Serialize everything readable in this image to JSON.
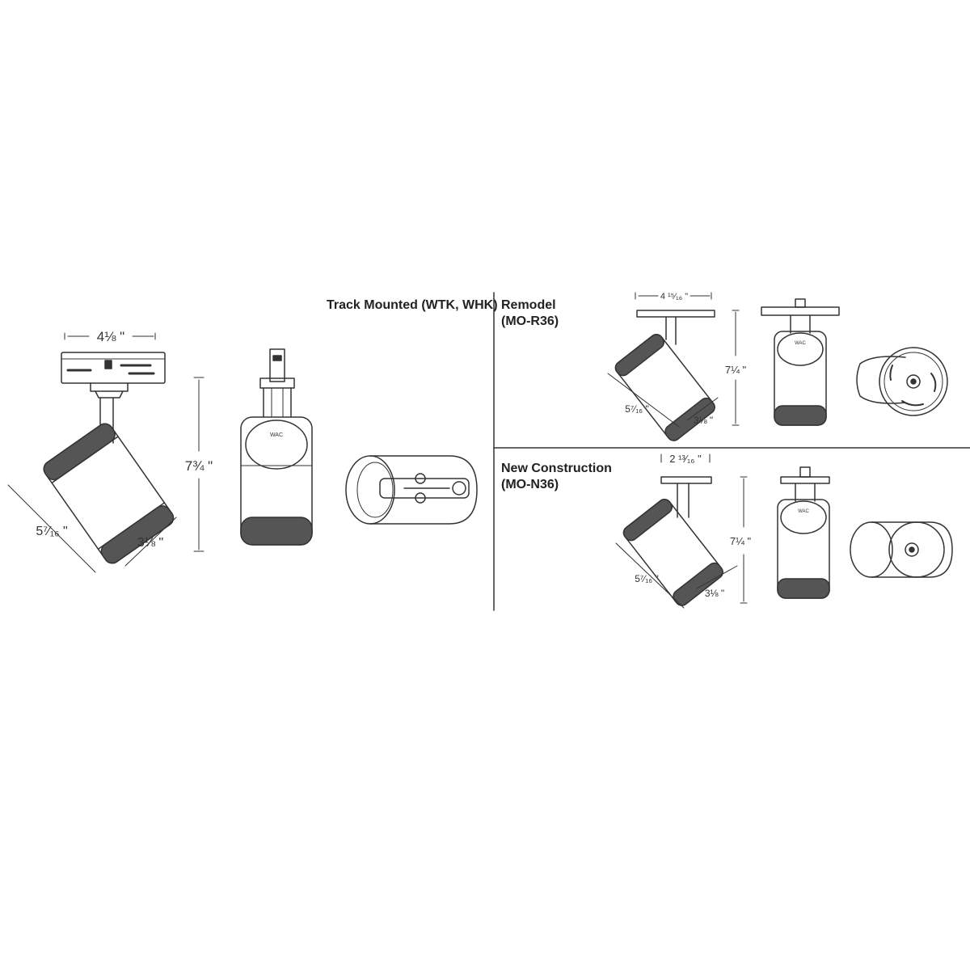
{
  "sections": {
    "track": {
      "title": "Track Mounted (WTK, WHK)"
    },
    "remodel": {
      "title_line1": "Remodel",
      "title_line2": "(MO-R36)"
    },
    "new_construction": {
      "title_line1": "New Construction",
      "title_line2": "(MO-N36)"
    }
  },
  "dimensions": {
    "track_width": "4⅛ \"",
    "track_height": "7¾ \"",
    "track_length": "5⁷⁄₁₆ \"",
    "track_diameter": "3⅛ \"",
    "remodel_width": "4 ¹⁵⁄₁₆ \"",
    "remodel_height": "7¼ \"",
    "remodel_length": "5⁷⁄₁₆ \"",
    "remodel_diameter": "3⅛ \"",
    "newcon_width": "2 ¹³⁄₁₆ \"",
    "newcon_height": "7¼ \"",
    "newcon_length": "5⁷⁄₁₆ \"",
    "newcon_diameter": "3⅛ \""
  },
  "logo_text": "WAC",
  "colors": {
    "line": "#333333",
    "background": "#ffffff"
  }
}
